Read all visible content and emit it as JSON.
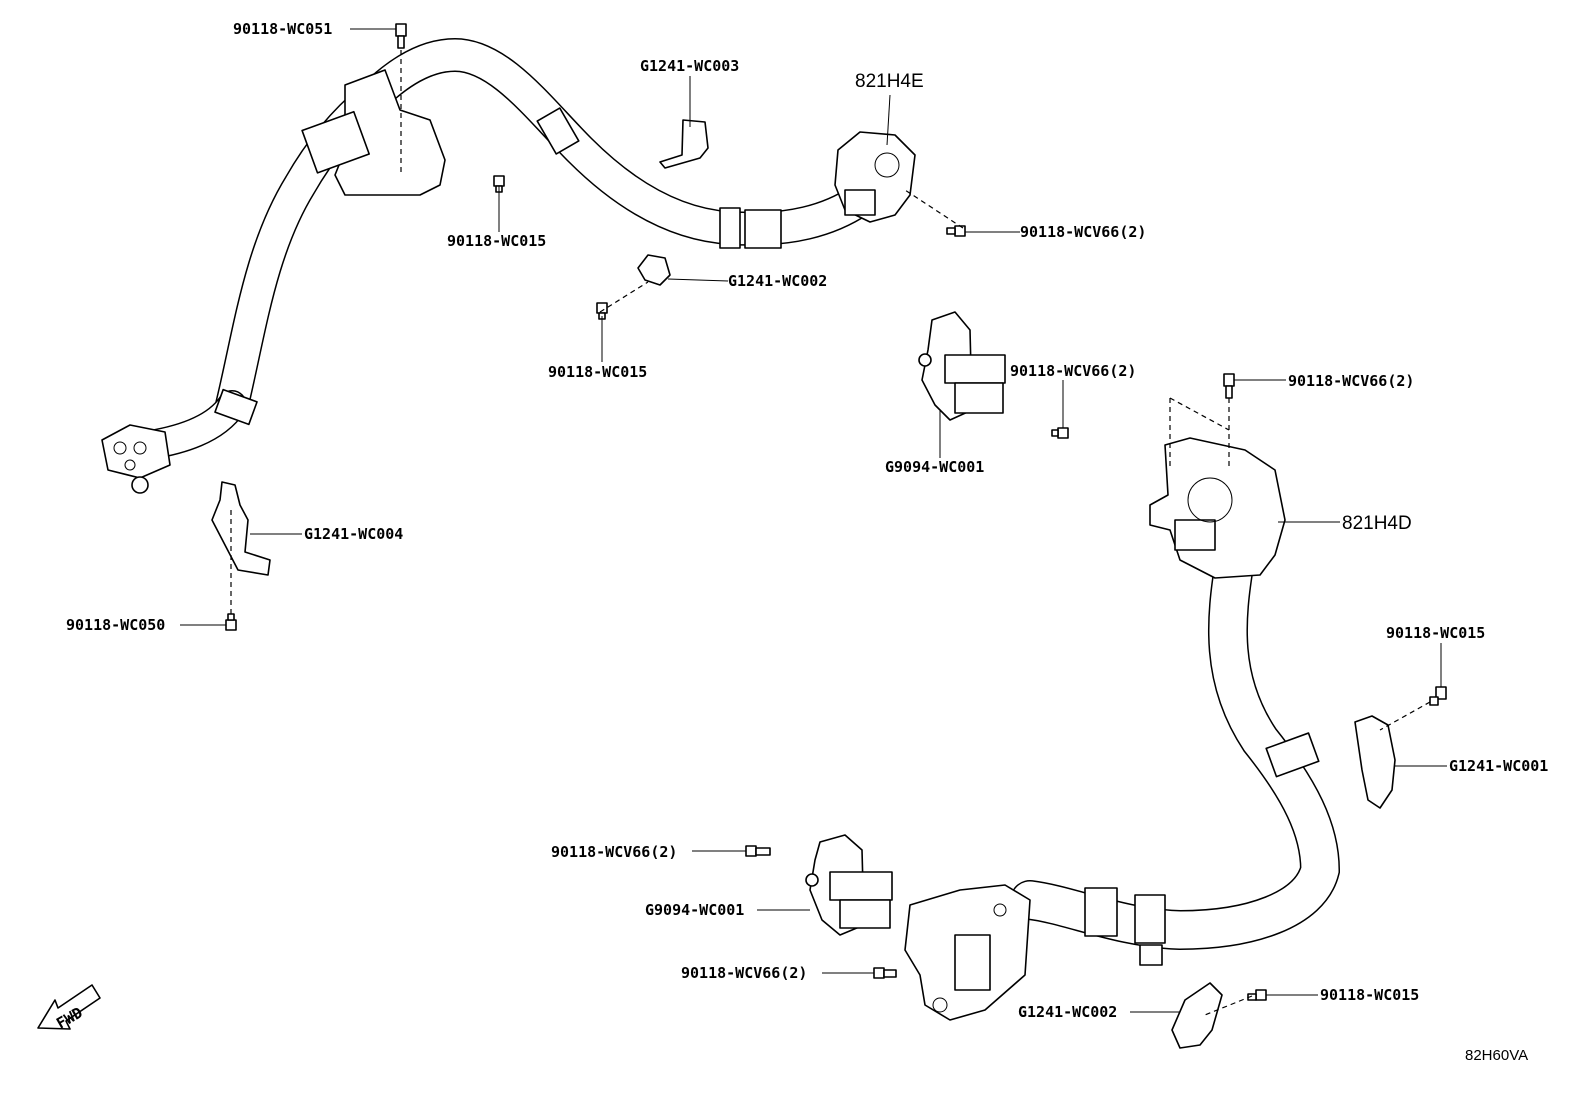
{
  "labels": {
    "p90118_wc051": "90118-WC051",
    "g1241_wc003": "G1241-WC003",
    "c821h4e": "821H4E",
    "p90118_wcv66_a": "90118-WCV66(2)",
    "p90118_wc015_a": "90118-WC015",
    "g1241_wc002_a": "G1241-WC002",
    "p90118_wc015_b": "90118-WC015",
    "p90118_wcv66_b": "90118-WCV66(2)",
    "g9094_wc001_a": "G9094-WC001",
    "p90118_wcv66_c": "90118-WCV66(2)",
    "c821h4d": "821H4D",
    "g1241_wc004": "G1241-WC004",
    "p90118_wc050": "90118-WC050",
    "p90118_wc015_c": "90118-WC015",
    "g1241_wc001": "G1241-WC001",
    "p90118_wcv66_d": "90118-WCV66(2)",
    "g9094_wc001_b": "G9094-WC001",
    "p90118_wcv66_e": "90118-WCV66(2)",
    "g1241_wc002_b": "G1241-WC002",
    "p90118_wc015_d": "90118-WC015",
    "fwd": "FWD",
    "ref": "82H60VA"
  }
}
